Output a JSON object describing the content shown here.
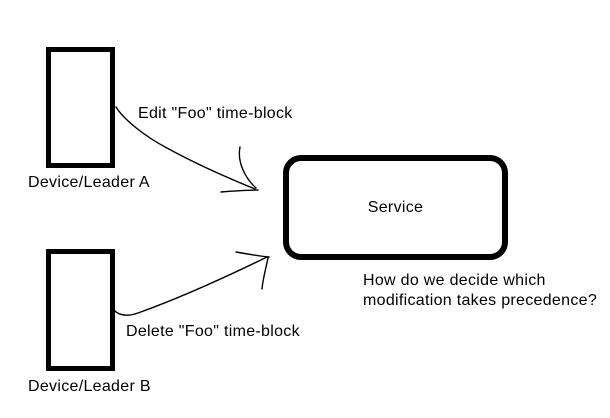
{
  "diagram": {
    "background": "#ffffff",
    "colors": {
      "ink": "#000000"
    },
    "nodes": {
      "device_a": {
        "label": "Device/Leader A",
        "shape": "rectangle"
      },
      "device_b": {
        "label": "Device/Leader B",
        "shape": "rectangle"
      },
      "service": {
        "label": "Service",
        "shape": "rounded-rectangle"
      }
    },
    "edges": {
      "edit": {
        "from": "device_a",
        "to": "service",
        "label": "Edit \"Foo\" time-block"
      },
      "delete": {
        "from": "device_b",
        "to": "service",
        "label": "Delete \"Foo\" time-block"
      }
    },
    "annotation": {
      "line1": "How do we decide which",
      "line2": "modification takes precedence?"
    }
  }
}
